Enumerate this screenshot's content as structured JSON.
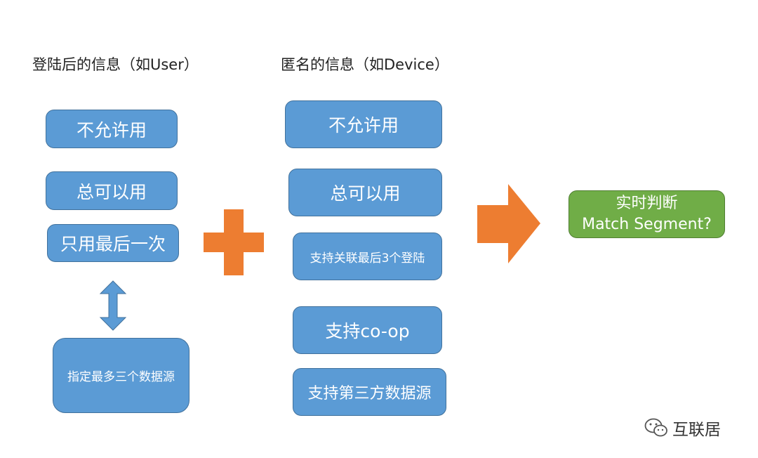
{
  "left": {
    "heading": "登陆后的信息（如User）",
    "boxes": [
      "不允许用",
      "总可以用",
      "只用最后一次",
      "指定最多三个数据源"
    ]
  },
  "middle": {
    "heading": "匿名的信息（如Device）",
    "boxes": [
      "不允许用",
      "总可以用",
      "支持关联最后3个登陆",
      "支持co-op",
      "支持第三方数据源"
    ]
  },
  "result": {
    "line1": "实时判断",
    "line2": "Match Segment?"
  },
  "watermark": {
    "text": "互联居",
    "icon": "wechat-icon"
  },
  "colors": {
    "box_fill": "#5b9bd5",
    "box_border": "#41719c",
    "result_fill": "#70ad47",
    "plus_arrow": "#ed7d31"
  }
}
